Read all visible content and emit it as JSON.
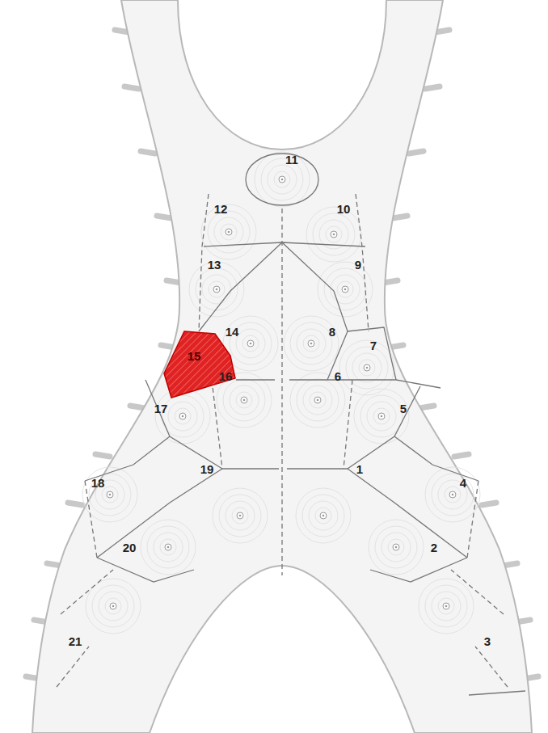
{
  "diagram": {
    "labels": [
      "11",
      "12",
      "10",
      "13",
      "9",
      "14",
      "8",
      "7",
      "15",
      "16",
      "6",
      "17",
      "5",
      "18",
      "19",
      "1",
      "4",
      "20",
      "2",
      "21",
      "3"
    ]
  }
}
